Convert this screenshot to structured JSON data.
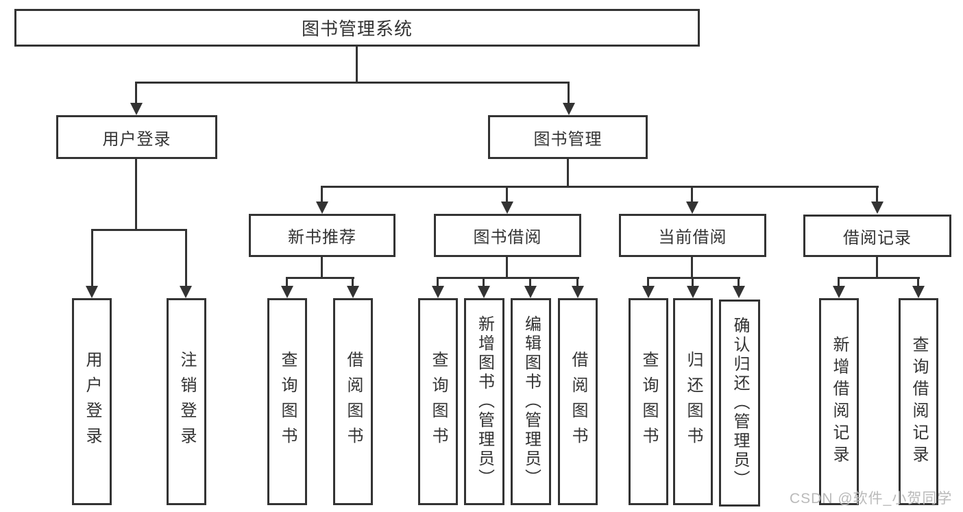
{
  "colors": {
    "line": "#333333",
    "text": "#333333",
    "background": "#ffffff",
    "watermark": "#bababa"
  },
  "watermark": {
    "text": "CSDN @软件_小贺同学"
  },
  "tree": {
    "root": {
      "label": "图书管理系统"
    },
    "branches": [
      {
        "label": "用户登录",
        "children": [
          {
            "label": "用户登录"
          },
          {
            "label": "注销登录"
          }
        ]
      },
      {
        "label": "图书管理",
        "children": [
          {
            "label": "新书推荐",
            "children": [
              {
                "label": "查询图书"
              },
              {
                "label": "借阅图书"
              }
            ]
          },
          {
            "label": "图书借阅",
            "children": [
              {
                "label": "查询图书"
              },
              {
                "label": "新增图书（管理员）"
              },
              {
                "label": "编辑图书（管理员）"
              },
              {
                "label": "借阅图书"
              }
            ]
          },
          {
            "label": "当前借阅",
            "children": [
              {
                "label": "查询图书"
              },
              {
                "label": "归还图书"
              },
              {
                "label": "确认归还（管理员）"
              }
            ]
          },
          {
            "label": "借阅记录",
            "children": [
              {
                "label": "新增借阅记录"
              },
              {
                "label": "查询借阅记录"
              }
            ]
          }
        ]
      }
    ]
  }
}
